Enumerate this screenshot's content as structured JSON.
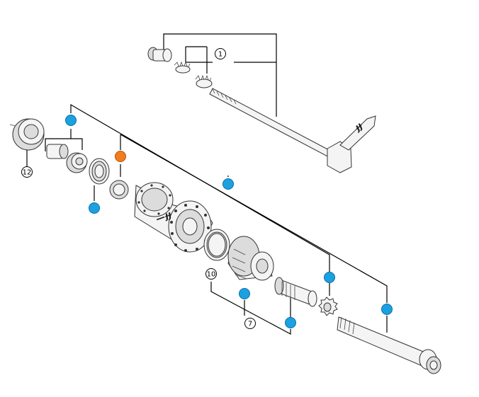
{
  "colors": {
    "marker_blue": "#1ba1e2",
    "marker_orange": "#f07d1e",
    "line": "#000000"
  },
  "callouts": [
    {
      "id": "c1",
      "label": "1"
    },
    {
      "id": "c7",
      "label": "7"
    },
    {
      "id": "c10",
      "label": "10"
    },
    {
      "id": "c12",
      "label": "12"
    }
  ],
  "hub_logo": "—ɟɟ",
  "lever_logo": "ɟɟ"
}
